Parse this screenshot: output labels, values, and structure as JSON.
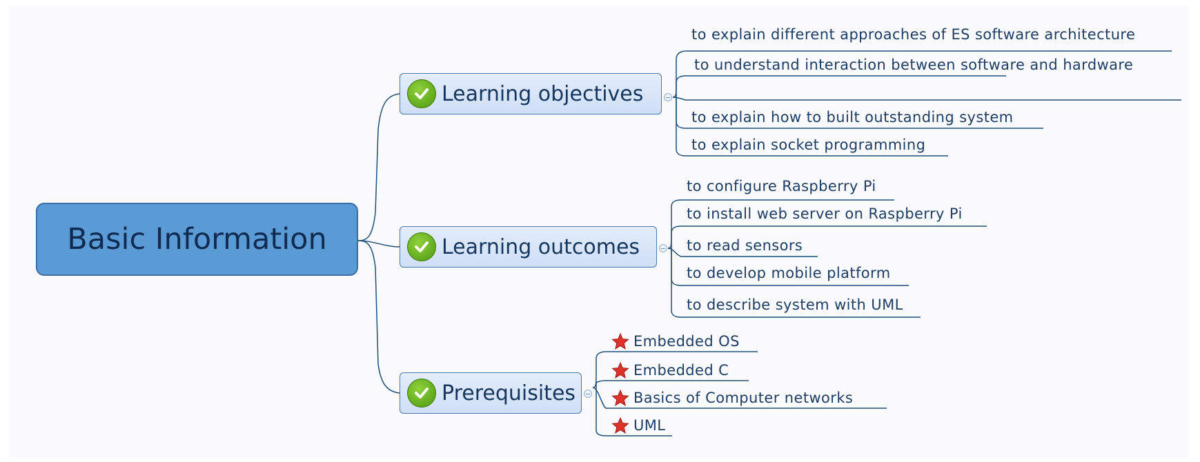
{
  "root": {
    "label": "Basic Information"
  },
  "branches": [
    {
      "label": "Learning objectives",
      "icon": "checkmark-icon",
      "items": [
        "to explain different approaches of ES software architecture",
        "to understand interaction between software and hardware",
        "",
        "to explain how to built outstanding system",
        "to explain socket programming"
      ]
    },
    {
      "label": "Learning outcomes",
      "icon": "checkmark-icon",
      "items": [
        "to configure Raspberry Pi",
        "to install web server on Raspberry Pi",
        "to read sensors",
        "to develop mobile platform",
        "to describe system with UML"
      ]
    },
    {
      "label": "Prerequisites",
      "icon": "checkmark-icon",
      "item_icon": "star-icon",
      "items": [
        "Embedded OS",
        "Embedded C",
        "Basics of Computer networks",
        "UML"
      ]
    }
  ],
  "colors": {
    "root_fill": "#5b9bd5",
    "branch_fill": "#dce8f8",
    "line": "#1f4e79",
    "check": "#5aa91c",
    "star": "#e0322a"
  }
}
